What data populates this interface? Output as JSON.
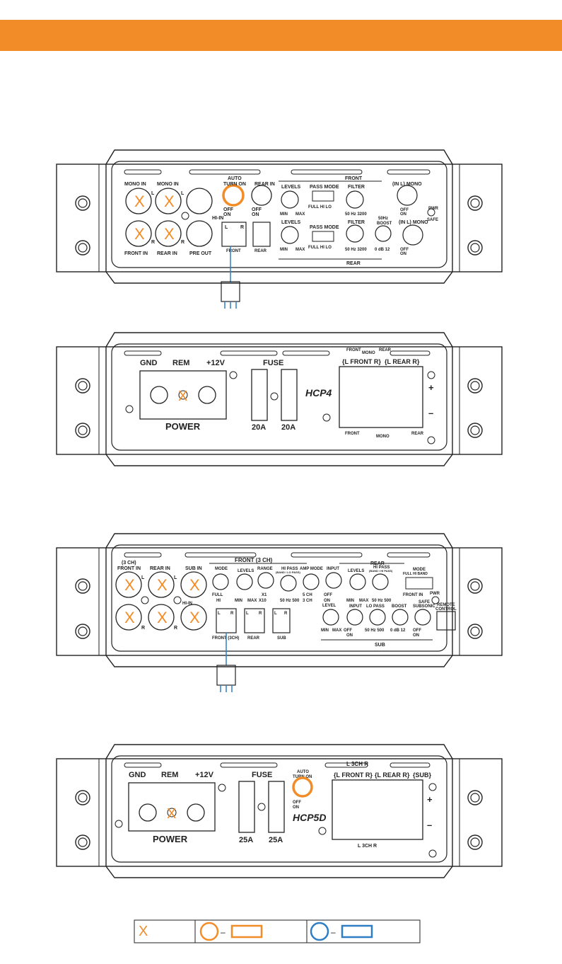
{
  "colors": {
    "accent": "#f28c28",
    "blue": "#2f7dc4",
    "line": "#222222"
  },
  "panel1": {
    "mono_in_1": "MONO IN",
    "mono_in_2": "MONO IN",
    "auto": "AUTO",
    "turn_on": "TURN ON",
    "rear_in": "REAR IN",
    "front_in": "FRONT IN",
    "rear_in_b": "REAR IN",
    "pre_out": "PRE OUT",
    "hi_in": "HI-IN",
    "off": "OFF",
    "on": "ON",
    "L": "L",
    "R": "R",
    "front": "FRONT",
    "rear": "REAR",
    "front_hdr": "FRONT",
    "rear_hdr": "REAR",
    "levels": "LEVELS",
    "pass_mode": "PASS MODE",
    "full_hi_lo": "FULL   HI   LO",
    "filter": "FILTER",
    "hz_range": "50  Hz  3200",
    "min": "MIN",
    "max": "MAX",
    "in_l_mono": "(IN L) MONO",
    "pwr": "PWR",
    "safe": "SAFE",
    "boost_hz": "50Hz",
    "boost": "BOOST",
    "db_range": "0  dB  12"
  },
  "panel2": {
    "gnd": "GND",
    "rem": "REM",
    "v12": "+12V",
    "power": "POWER",
    "fuse": "FUSE",
    "f1": "20A",
    "f2": "20A",
    "model": "HCP4",
    "front_top": "FRONT",
    "mono_top": "MONO",
    "rear_top": "REAR",
    "l_front_r": "{L FRONT R}",
    "l_rear_r": "{L REAR R}",
    "plus": "+",
    "minus": "–",
    "front_bottom": "FRONT",
    "mono_bottom": "MONO",
    "rear_bottom": "REAR"
  },
  "panel3": {
    "three_ch": "(3 CH)",
    "front_in": "FRONT IN",
    "rear_in": "REAR IN",
    "sub_in": "SUB IN",
    "hi_in": "HI-IN",
    "L": "L",
    "R": "R",
    "front_3ch": "FRONT (3 CH)",
    "rear_hdr": "REAR",
    "sub_hdr": "SUB",
    "mode": "MODE",
    "levels": "LEVELS",
    "range": "RANGE",
    "hipass": "HI PASS",
    "band_lo": "(BAND / LO PASS)",
    "amp_mode": "AMP MODE",
    "input": "INPUT",
    "levels2": "LEVELS",
    "hipass2": "HI PASS",
    "band_hi": "(BAND / HI PASS)",
    "mode2": "MODE",
    "full_hi_band": "FULL  HI  BAND",
    "front_in_tag": "FRONT IN",
    "pwr": "PWR",
    "safe": "SAFE",
    "full": "FULL",
    "hi": "HI",
    "min": "MIN",
    "max": "MAX",
    "x1": "X1",
    "x10": "X10",
    "hz50_500": "50  Hz  500",
    "ch5": "5 CH",
    "ch3": "3 CH",
    "off": "OFF",
    "on": "ON",
    "level": "LEVEL",
    "lopass": "LO PASS",
    "boost": "BOOST",
    "subsonic": "SUBSONIC",
    "remote1": "REMOTE",
    "remote2": "CONTROL",
    "db_range": "0  dB  12",
    "front_3ch_label": "FRONT (3CH)",
    "rear_label": "REAR",
    "sub_label": "SUB"
  },
  "panel4": {
    "gnd": "GND",
    "rem": "REM",
    "v12": "+12V",
    "power": "POWER",
    "fuse": "FUSE",
    "f1": "25A",
    "f2": "25A",
    "auto": "AUTO",
    "turn_on": "TURN ON",
    "off": "OFF",
    "on": "ON",
    "model": "HCP5D",
    "l3ch_top": "L  3CH  R",
    "l_front_r": "{L FRONT R}",
    "l_rear_r": "{L REAR R}",
    "sub": "{SUB}",
    "plus": "+",
    "minus": "–",
    "l3ch_bottom": "L  3CH  R"
  },
  "legend": {
    "x_mark": "X",
    "dash1": "–",
    "dash2": "–"
  }
}
